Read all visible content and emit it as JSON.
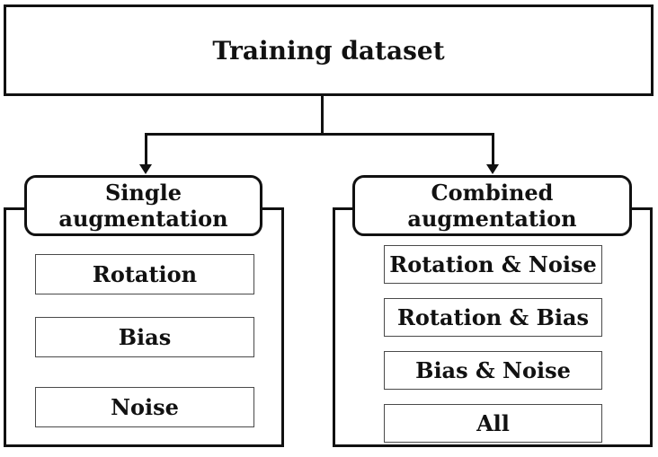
{
  "title": "Training dataset",
  "branches": [
    {
      "header": "Single augmentation",
      "items": [
        "Rotation",
        "Bias",
        "Noise"
      ]
    },
    {
      "header": "Combined augmentation",
      "items": [
        "Rotation & Noise",
        "Rotation & Bias",
        "Bias & Noise",
        "All"
      ]
    }
  ],
  "colors": {
    "background": "#ffffff",
    "line": "#111111",
    "box_border": "#111111",
    "item_border": "#4a4a4a",
    "text": "#111111"
  }
}
